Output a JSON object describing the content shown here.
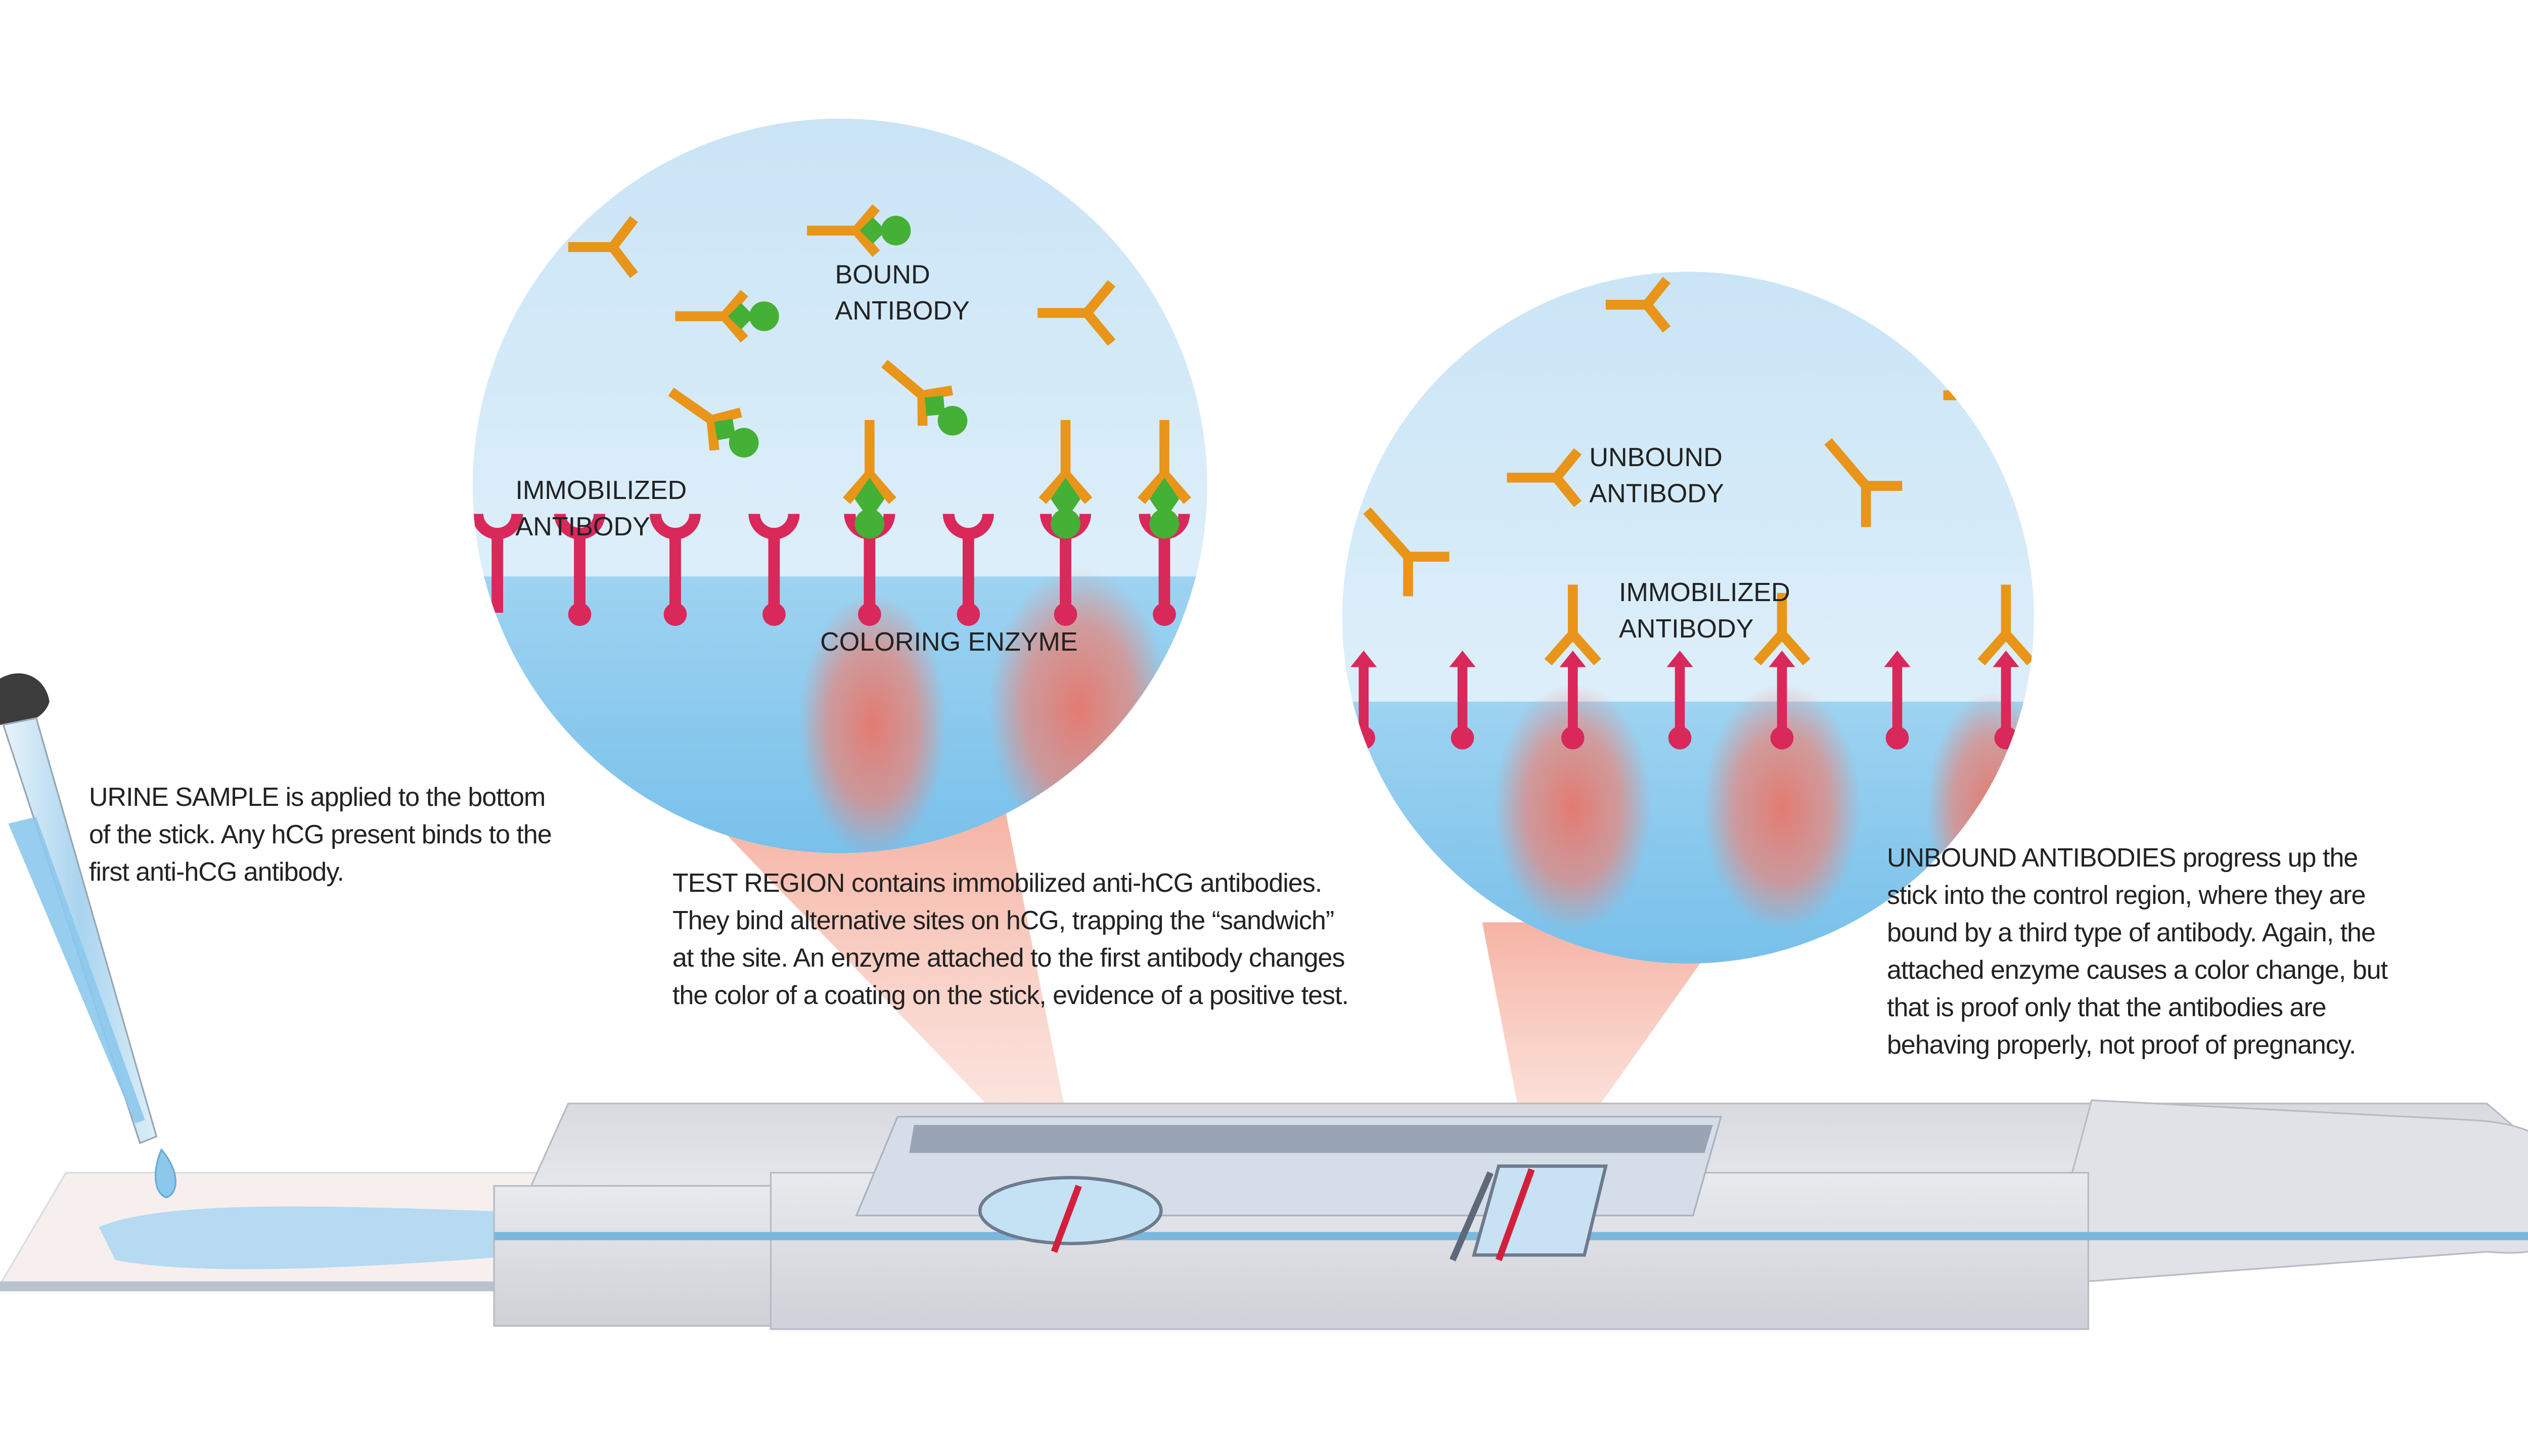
{
  "diagram": {
    "topic": "Home pregnancy test (hCG immunoassay)",
    "colors": {
      "free_antibody": "#E8951A",
      "immobilized_antibody": "#D9285A",
      "hcg_molecule": "#44B035",
      "fluid_light": "#D6ECF8",
      "fluid_strip": "#8FCBEE",
      "color_change": "#E8766A",
      "stick_body": "#E6E7EC"
    }
  },
  "captions": {
    "urine_sample": {
      "lead": "URINE SAMPLE",
      "lines": [
        " is applied to the bottom",
        "of the stick. Any hCG present binds to the",
        "first anti-hCG antibody."
      ]
    },
    "test_region": {
      "lead": "TEST REGION",
      "lines": [
        " contains immobilized anti-hCG antibodies.",
        "They bind alternative sites on hCG, trapping the “sandwich”",
        " at the site. An enzyme attached to the first antibody changes",
        "the color of a coating on the stick, evidence of a positive test."
      ]
    },
    "unbound_antibodies": {
      "lead": "UNBOUND ANTIBODIES",
      "lines": [
        " progress up the",
        "stick into the control region, where they are",
        "bound by a third type of antibody. Again, the",
        "attached enzyme causes a color change, but",
        "that is proof only that the antibodies are",
        "behaving properly, not proof of pregnancy."
      ]
    }
  },
  "test_circle": {
    "labels": {
      "bound_antibody": [
        "BOUND",
        "ANTIBODY"
      ],
      "immobilized_antibody": [
        "IMMOBILIZED",
        "ANTIBODY"
      ],
      "coloring_enzyme": "COLORING ENZYME"
    }
  },
  "control_circle": {
    "labels": {
      "unbound_antibody": [
        "UNBOUND",
        "ANTIBODY"
      ],
      "immobilized_antibody": [
        "IMMOBILIZED",
        "ANTIBODY"
      ]
    }
  },
  "icons": {
    "dropper": "dropper-icon",
    "test_stick": "test-stick-icon"
  }
}
